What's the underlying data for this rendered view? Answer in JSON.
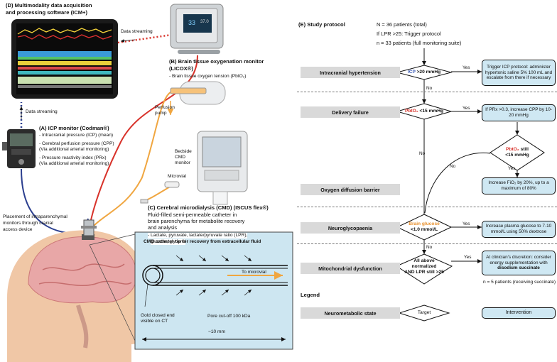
{
  "panel_d": {
    "title_line1": "(D) Multimodality data acquisition",
    "title_line2": "and processing software (ICM+)",
    "streaming_right": "Data streaming",
    "streaming_down": "Data streaming"
  },
  "panel_b": {
    "screen_value_1": "33",
    "screen_value_2": "37.0",
    "title_line1": "(B) Brain tissue oxygenation monitor",
    "title_line2": "(LICOX®)",
    "item": "- Brain tissue oxygen tension (PbtO₂)"
  },
  "panel_a": {
    "title": "(A) ICP monitor (Codman®)",
    "item1": "- Intracranial pressure (ICP) (mean)",
    "item2a": "- Cerebral perfusion pressure (CPP)",
    "item2b": "(Via additional arterial monitoring)",
    "item3a": "- Pressure reactivity index (PRx)",
    "item3b": "(Via additional arterial monitoring)"
  },
  "panel_c": {
    "pump_line1": "Perfusion",
    "pump_line2": "pump",
    "monitor_line1": "Bedside",
    "monitor_line2": "CMD",
    "monitor_line3": "monitor",
    "microvial": "Microvial",
    "title": "(C) Cerebral microdialysis (CMD) (ISCUS flex®)",
    "desc1": "Fluid-filled semi-permeable catheter in",
    "desc2": "brain parenchyma for metabolite recovery",
    "desc3": "and analysis",
    "item1": "- Lactate, pyruvate, lactate/pyruvate ratio (LPR),",
    "item2": "glucose, glycerol"
  },
  "placement": {
    "line1": "Placement of intraparenchymal",
    "line2": "monitors through cranial",
    "line3": "access device"
  },
  "catheter_tip": {
    "title": "CMD catheter tip for recovery from extracellular fluid",
    "to_microvial": "To microvial",
    "gold_line1": "Gold closed end",
    "gold_line2": "visible on CT",
    "pore": "Pore cut-off 100 kDa",
    "length": "~10 mm"
  },
  "protocol": {
    "title": "(E) Study protocol",
    "n_total": "N = 36 patients (total)",
    "trigger": "If LPR >25: Trigger protocol",
    "n_full": "n = 33 patients (full monitoring suite)",
    "categories": [
      "Intracranial hypertension",
      "Delivery failure",
      "Oxygen diffusion barrier",
      "Neuroglycopaenia",
      "Mitochondrial dysfunction"
    ],
    "d1_a": "ICP",
    "d1_b": " >20 mmHg",
    "d2_a": "PbtO₂",
    "d2_b": " <15 mmHg",
    "d3_a": "PbtO₂",
    "d3_b": " still",
    "d3_c": "<15 mmHg",
    "d4_a": "Brain glucose",
    "d4_b": "<1.0 mmol/L",
    "d5_a": "All above",
    "d5_b": "normalized",
    "d5_c": "AND LPR still >25",
    "yes": "Yes",
    "no": "No",
    "iv1": "Trigger ICP protocol: administer hypertonic saline 5% 100 mL and escalate from there if necessary",
    "iv2": "If PRx >0.3, increase CPP by 10-20 mmHg",
    "iv3": "Increase FiO₂ by 20%, up to a maximum of 80%",
    "iv4": "Increase plasma glucose to 7-10 mmol/L using 50% dextrose",
    "iv5a": "At clinician's discretion: consider energy supplementation with ",
    "iv5b": "disodium succinate",
    "n_succinate": "n = 5 patients (receiving succinate)"
  },
  "legend": {
    "title": "Legend",
    "state": "Neurometabolic state",
    "target": "Target",
    "intervention": "Intervention"
  },
  "colors": {
    "blue_cable": "#2b3f8f",
    "red_cable": "#d8322a",
    "orange_cable": "#f0a640",
    "icp_blue": "#3b5bb5",
    "red_text": "#d8322a",
    "orange_text": "#e8902c",
    "intervention_fill": "#cfe8f3"
  }
}
